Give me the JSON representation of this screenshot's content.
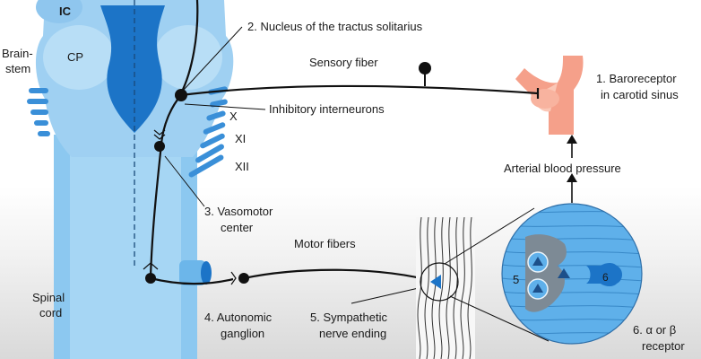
{
  "colors": {
    "brainstem_light": "#9fd0f2",
    "brainstem_mid": "#6cb6ea",
    "brainstem_dark": "#1c74c7",
    "artery": "#f5a08a",
    "artery_light": "#fbc7b6",
    "ink": "#111111"
  },
  "labels": {
    "ic": "IC",
    "cp": "CP",
    "brainstem_line1": "Brain-",
    "brainstem_line2": "stem",
    "spinal_line1": "Spinal",
    "spinal_line2": "cord",
    "nts": "2. Nucleus of the tractus solitarius",
    "sensory_fiber": "Sensory fiber",
    "inhibitory": "Inhibitory interneurons",
    "cn_x": "X",
    "cn_xi": "XI",
    "cn_xii": "XII",
    "vasomotor_line1": "3. Vasomotor",
    "vasomotor_line2": "center",
    "motor_fibers": "Motor fibers",
    "ganglion_line1": "4. Autonomic",
    "ganglion_line2": "ganglion",
    "ending_line1": "5. Sympathetic",
    "ending_line2": "nerve ending",
    "baro_line1": "1. Baroreceptor",
    "baro_line2": "in carotid sinus",
    "arterial_bp": "Arterial blood pressure",
    "receptor_line1": "6. α or β",
    "receptor_line2": "receptor",
    "inset_5": "5",
    "inset_6": "6"
  }
}
